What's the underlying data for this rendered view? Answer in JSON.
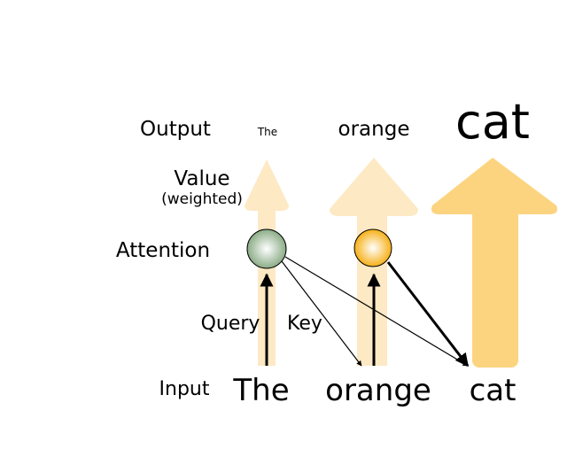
{
  "row_labels": {
    "output": "Output",
    "value": "Value",
    "value_sub": "(weighted)",
    "attention": "Attention",
    "query": "Query",
    "key": "Key",
    "input": "Input"
  },
  "tokens": [
    {
      "input": "The",
      "output": "The",
      "weight": 0.05,
      "node_color": "#7fa37a"
    },
    {
      "input": "orange",
      "output": "orange",
      "weight": 0.25,
      "node_color": "#f5a800"
    },
    {
      "input": "cat",
      "output": "cat",
      "weight": 0.7,
      "node_color": ""
    }
  ],
  "colors": {
    "arrow_fill": "#fcd47f",
    "arrow_fill_light": "#fde9c4",
    "stroke": "#000000"
  }
}
